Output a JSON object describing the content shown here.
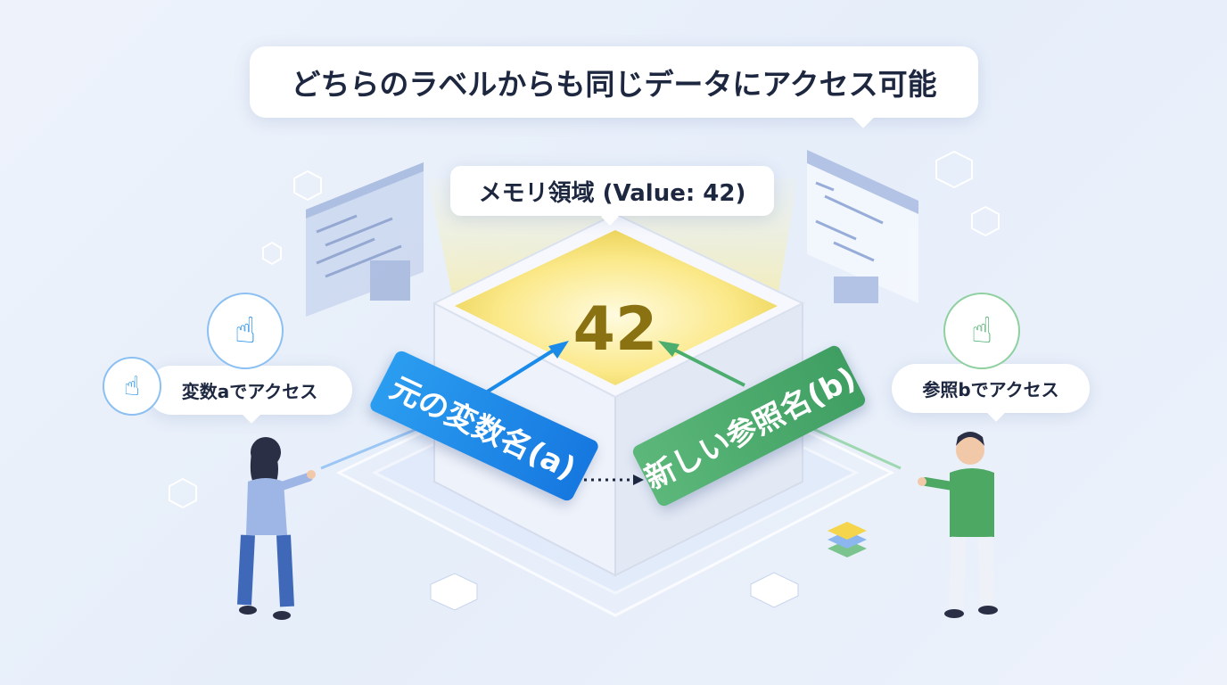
{
  "title": "どちらのラベルからも同じデータにアクセス可能",
  "memory_label": "メモリ領域 (Value: 42)",
  "value": "42",
  "original_name_tag": "元の変数名(a)",
  "reference_name_tag": "新しい参照名(b)",
  "access_a": "変数aでアクセス",
  "access_b": "参照bでアクセス",
  "colors": {
    "blue": "#1a8be8",
    "green": "#4cae6e",
    "gold": "#8a7212",
    "text": "#1d2740"
  }
}
